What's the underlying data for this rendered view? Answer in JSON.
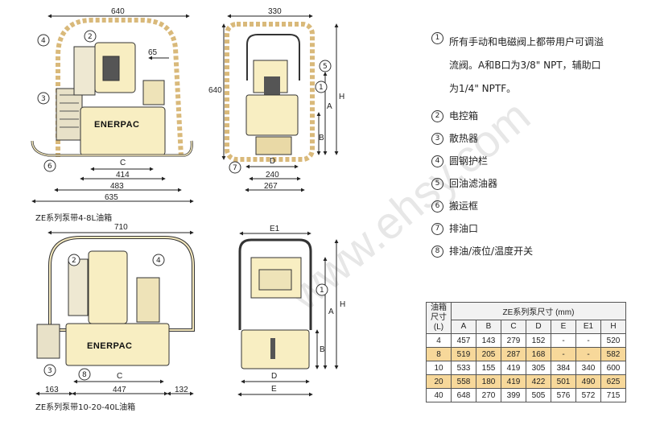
{
  "watermark": "www.ehsy.com",
  "brand": "ENERPAC",
  "top_left": {
    "caption": "ZE系列泵带4-8L油箱",
    "dims": {
      "width_top": "640",
      "d65": "65",
      "d414": "414",
      "d483": "483",
      "d635": "635",
      "label_c": "C"
    },
    "callouts": [
      "4",
      "2",
      "3",
      "6"
    ]
  },
  "top_right": {
    "dims": {
      "width_top": "330",
      "height_left": "640",
      "d240": "240",
      "d267": "267",
      "label_a": "A",
      "label_b": "B",
      "label_h": "H",
      "label_d": "D"
    },
    "callouts": [
      "5",
      "1",
      "7"
    ]
  },
  "bottom_left": {
    "caption": "ZE系列泵带10-20-40L油箱",
    "dims": {
      "width_top": "710",
      "d163": "163",
      "d447": "447",
      "d132": "132",
      "label_c": "C"
    },
    "callouts": [
      "2",
      "4",
      "3",
      "8"
    ]
  },
  "bottom_right": {
    "dims": {
      "label_e1": "E1",
      "label_a": "A",
      "label_b": "B",
      "label_h": "H",
      "label_d": "D",
      "label_e": "E"
    },
    "callouts": [
      "1"
    ]
  },
  "legend": [
    {
      "num": "1",
      "text": "所有手动和电磁阀上都带用户可调溢\n流阀。A和B口为3/8\" NPT，辅助口\n为1/4\" NPTF。"
    },
    {
      "num": "2",
      "text": "电控箱"
    },
    {
      "num": "3",
      "text": "散热器"
    },
    {
      "num": "4",
      "text": "圆钢护栏"
    },
    {
      "num": "5",
      "text": "回油滤油器"
    },
    {
      "num": "6",
      "text": "搬运框"
    },
    {
      "num": "7",
      "text": "排油口"
    },
    {
      "num": "8",
      "text": "排油/液位/温度开关"
    }
  ],
  "table": {
    "tank_header": "油箱\n尺寸\n(L)",
    "group_header": "ZE系列泵尺寸 (mm)",
    "columns": [
      "A",
      "B",
      "C",
      "D",
      "E",
      "E1",
      "H"
    ],
    "rows": [
      {
        "size": "4",
        "values": [
          "457",
          "143",
          "279",
          "152",
          "-",
          "-",
          "520"
        ],
        "highlight": false
      },
      {
        "size": "8",
        "values": [
          "519",
          "205",
          "287",
          "168",
          "-",
          "-",
          "582"
        ],
        "highlight": true
      },
      {
        "size": "10",
        "values": [
          "533",
          "155",
          "419",
          "305",
          "384",
          "340",
          "600"
        ],
        "highlight": false
      },
      {
        "size": "20",
        "values": [
          "558",
          "180",
          "419",
          "422",
          "501",
          "490",
          "625"
        ],
        "highlight": true
      },
      {
        "size": "40",
        "values": [
          "648",
          "270",
          "399",
          "505",
          "576",
          "572",
          "715"
        ],
        "highlight": false
      }
    ]
  },
  "colors": {
    "tank": "#f8eec2",
    "frame": "#e9d9a6",
    "frame_dash": "#d9b97a",
    "outline": "#333333",
    "highlight": "#f7d89a"
  }
}
